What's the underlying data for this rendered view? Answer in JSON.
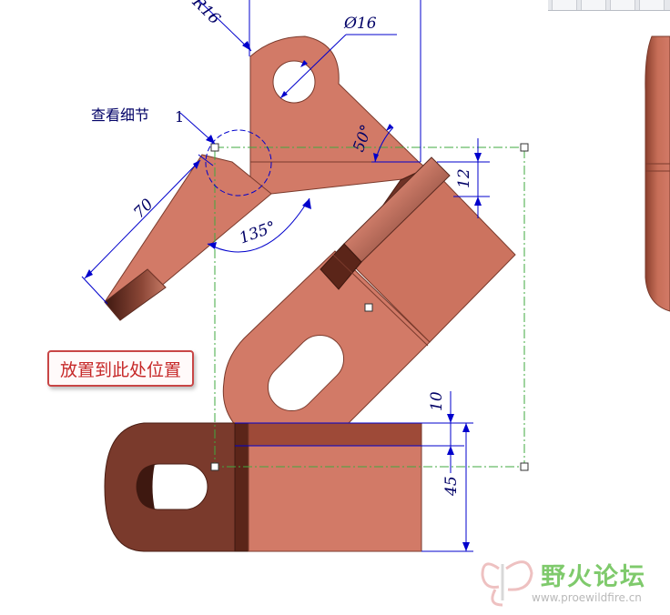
{
  "drawing": {
    "dim_r16": "R16",
    "dim_dia16": "Ø16",
    "dim_70": "70",
    "dim_135": "135°",
    "dim_50": "50°",
    "dim_12": "12",
    "dim_10": "10",
    "dim_45": "45",
    "view_label": "查看细节",
    "detail_id": "1"
  },
  "callout": {
    "text": "放置到此处位置"
  },
  "watermark": {
    "name": "野火论坛",
    "url": "www.proewildfire.cn"
  },
  "colors": {
    "part_light": "#d27a67",
    "part_dark": "#6e3226",
    "dimension": "#0000cc",
    "callout_border": "#c84646"
  }
}
